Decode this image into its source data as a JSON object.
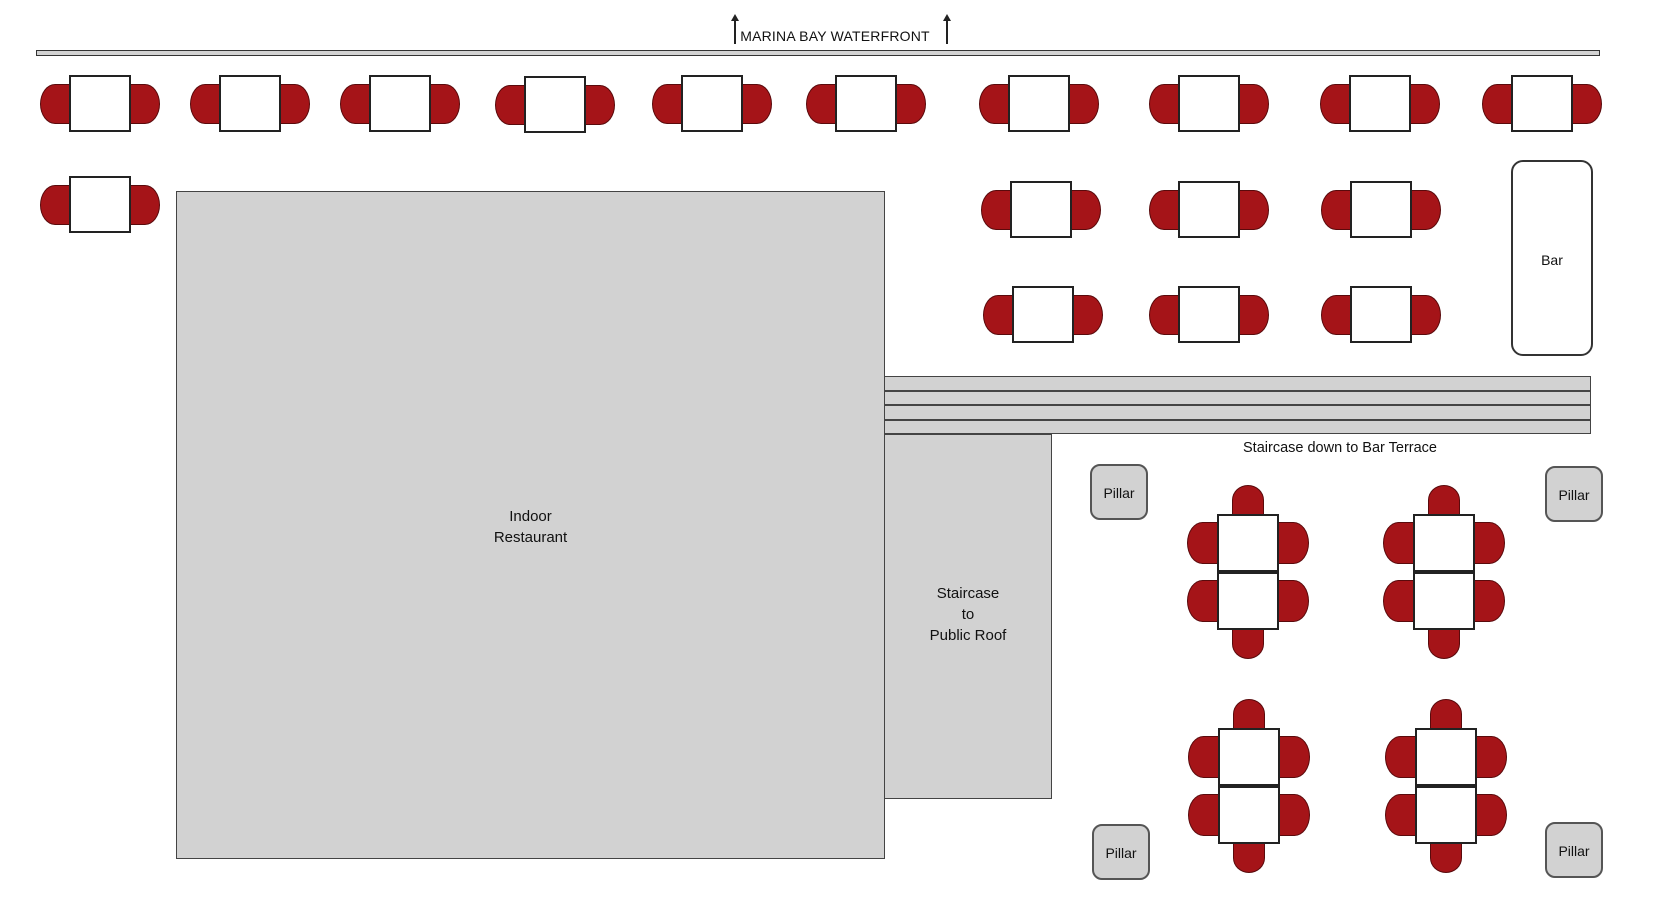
{
  "header": {
    "waterfront_label": "MARINA BAY WATERFRONT"
  },
  "areas": {
    "indoor_restaurant": "Indoor\nRestaurant",
    "staircase_public_roof": "Staircase\nto\nPublic Roof",
    "bar": "Bar",
    "staircase_bar_terrace": "Staircase down to Bar Terrace"
  },
  "pillars": {
    "label": "Pillar"
  },
  "colors": {
    "chair": "#a51418",
    "table": "#ffffff",
    "building": "#d2d2d2",
    "outline": "#222222"
  },
  "counts": {
    "two_seat_tables": 17,
    "four_seat_table_pairs": 4
  }
}
